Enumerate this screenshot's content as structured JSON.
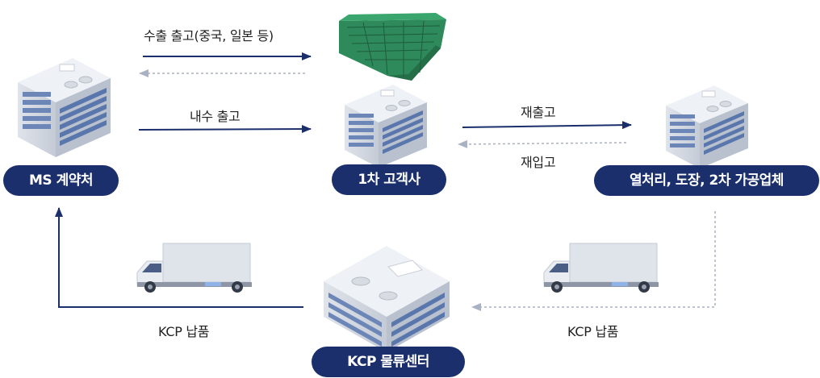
{
  "colors": {
    "navy": "#1a2f6b",
    "dashed": "#a9b1c4",
    "basket": "#2e8a5a"
  },
  "nodes": {
    "ms": "MS 계약처",
    "customer1": "1차 고객사",
    "processor": "열처리, 도장, 2차 가공업체",
    "kcp_center": "KCP 물류센터"
  },
  "flows": {
    "export": "수출 출고(중국, 일본 등)",
    "domestic": "내수 출고",
    "reship": "재출고",
    "reenter": "재입고",
    "kcp_delivery_left": "KCP 납품",
    "kcp_delivery_right": "KCP 납품"
  },
  "icons": {
    "building_ms": "office-building-icon",
    "building_customer": "office-building-icon",
    "building_processor": "office-building-icon",
    "warehouse": "warehouse-building-icon",
    "truck": "delivery-truck-icon",
    "basket": "plastic-crate-basket-icon"
  }
}
